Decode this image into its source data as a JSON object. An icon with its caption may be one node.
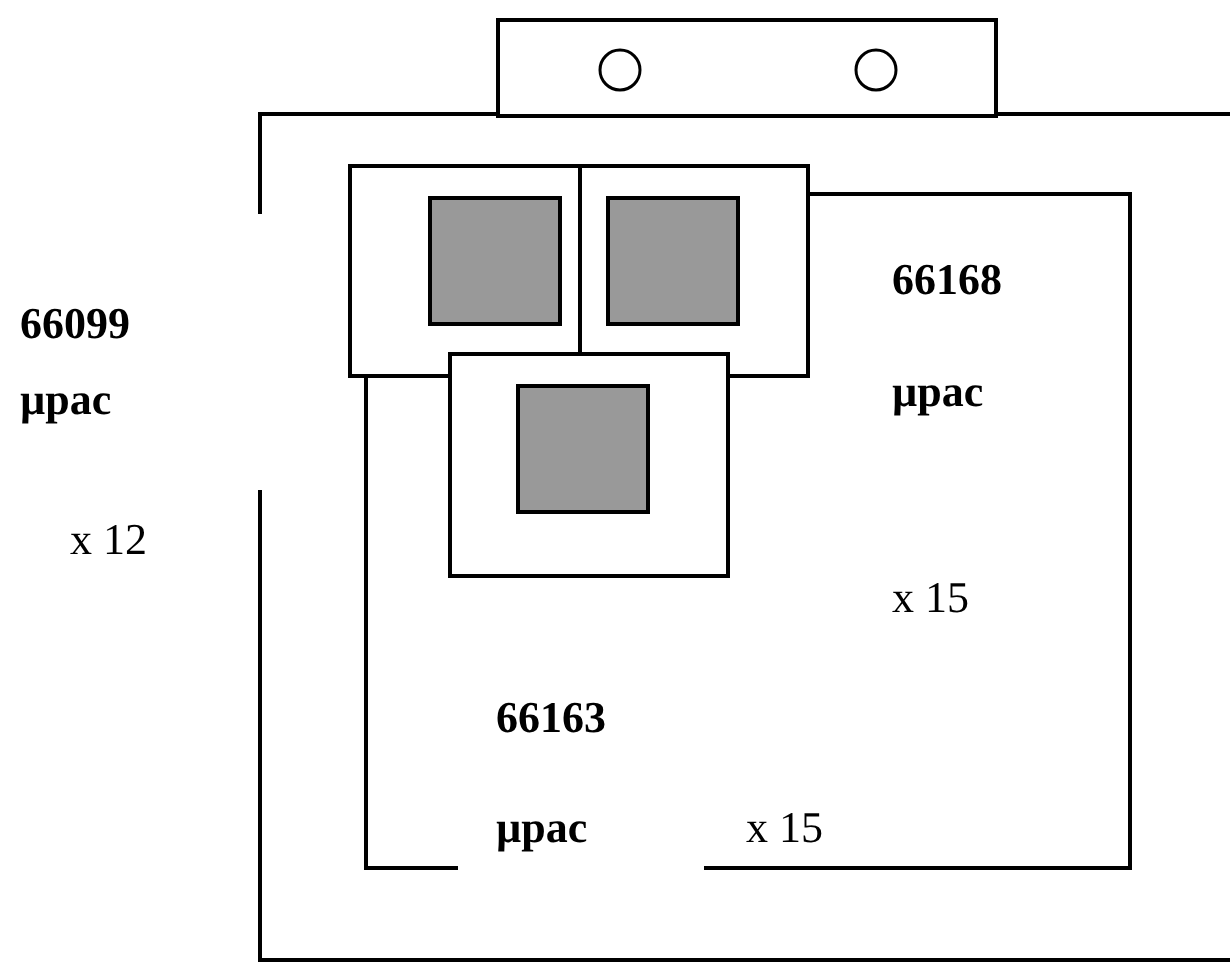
{
  "diagram": {
    "nodes": [
      {
        "text": [
          "66099",
          "µpac",
          "x 12"
        ]
      },
      {
        "text": [
          "66168",
          "µpac",
          "x 15",
          "66163",
          "µpac",
          "x 15"
        ],
        "in": 0
      }
    ]
  }
}
